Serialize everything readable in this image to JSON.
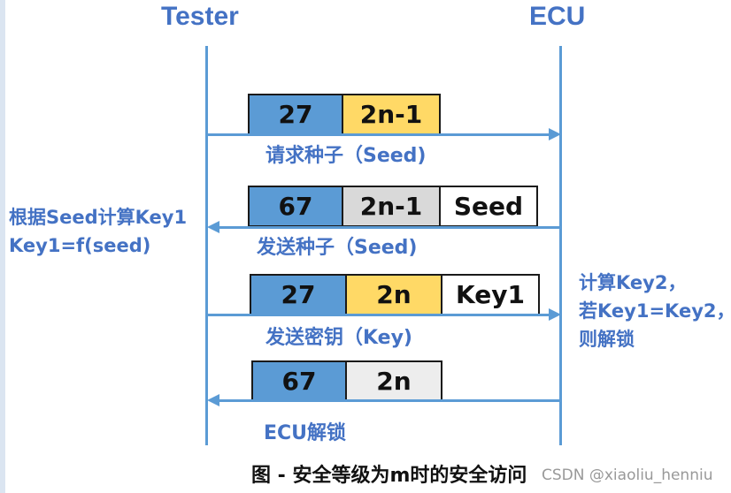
{
  "actors": {
    "tester": "Tester",
    "ecu": "ECU"
  },
  "messages": [
    {
      "cells": [
        "27",
        "2n-1"
      ],
      "label": "请求种子（Seed)"
    },
    {
      "cells": [
        "67",
        "2n-1",
        "Seed"
      ],
      "label": "发送种子（Seed)"
    },
    {
      "cells": [
        "27",
        "2n",
        "Key1"
      ],
      "label": "发送密钥（Key)"
    },
    {
      "cells": [
        "67",
        "2n"
      ],
      "label": "ECU解锁"
    }
  ],
  "notes": {
    "tester": [
      "根据Seed计算Key1",
      "Key1=f(seed)"
    ],
    "ecu": [
      "计算Key2，",
      "若Key1=Key2，",
      "则解锁"
    ]
  },
  "caption": "图 - 安全等级为m时的安全访问",
  "watermark": "CSDN @xiaoliu_henniu",
  "colors": {
    "lifeline": "#5b9bd5",
    "text": "#4472c4",
    "cell_blue": "#5b9bd5",
    "cell_yellow": "#ffd966",
    "cell_grey": "#d9d9d9"
  }
}
